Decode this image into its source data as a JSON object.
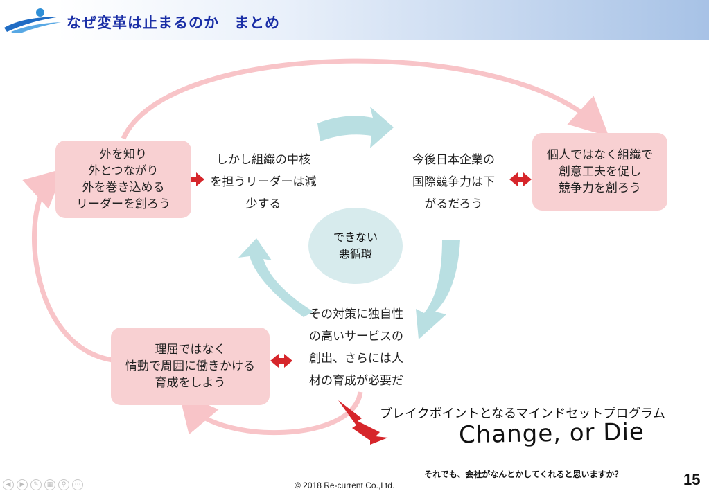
{
  "header": {
    "title": "なぜ変革は止まるのか　まとめ"
  },
  "boxes": {
    "top_left": [
      "外を知り",
      "外とつながり",
      "外を巻き込める",
      "リーダーを創ろう"
    ],
    "top_right": [
      "個人ではなく組織で",
      "創意工夫を促し",
      "競争力を創ろう"
    ],
    "bottom_left": [
      "理屈ではなく",
      "情動で周囲に働きかける",
      "育成をしよう"
    ]
  },
  "cycle": {
    "left_text": [
      "しかし組織の中核",
      "を担うリーダーは減",
      "少する"
    ],
    "right_text": [
      "今後日本企業の",
      "国際競争力は下",
      "がるだろう"
    ],
    "bottom_text": [
      "その対策に独自性",
      "の高いサービスの",
      "創出、さらには人",
      "材の育成が必要だ"
    ],
    "center": [
      "できない",
      "悪循環"
    ]
  },
  "program": {
    "breakpoint": "ブレイクポイントとなるマインドセットプログラム",
    "slogan": "Change, or Die"
  },
  "question": "それでも、会社がなんとかしてくれると思いますか？",
  "footer": {
    "copyright": "© 2018 Re-current Co.,Ltd.",
    "page_number": "15"
  },
  "nav_icons": [
    "prev-icon",
    "next-icon",
    "pen-icon",
    "slides-icon",
    "zoom-icon",
    "more-icon"
  ],
  "colors": {
    "title": "#1a2ea6",
    "box_fill": "#f8d0d2",
    "loop_arrow": "#f8d0d2",
    "cycle_arrow": "#b9dfe2",
    "double_arrow": "#d6262b",
    "lightning": "#d6262b",
    "center_fill": "#d7ebed"
  }
}
